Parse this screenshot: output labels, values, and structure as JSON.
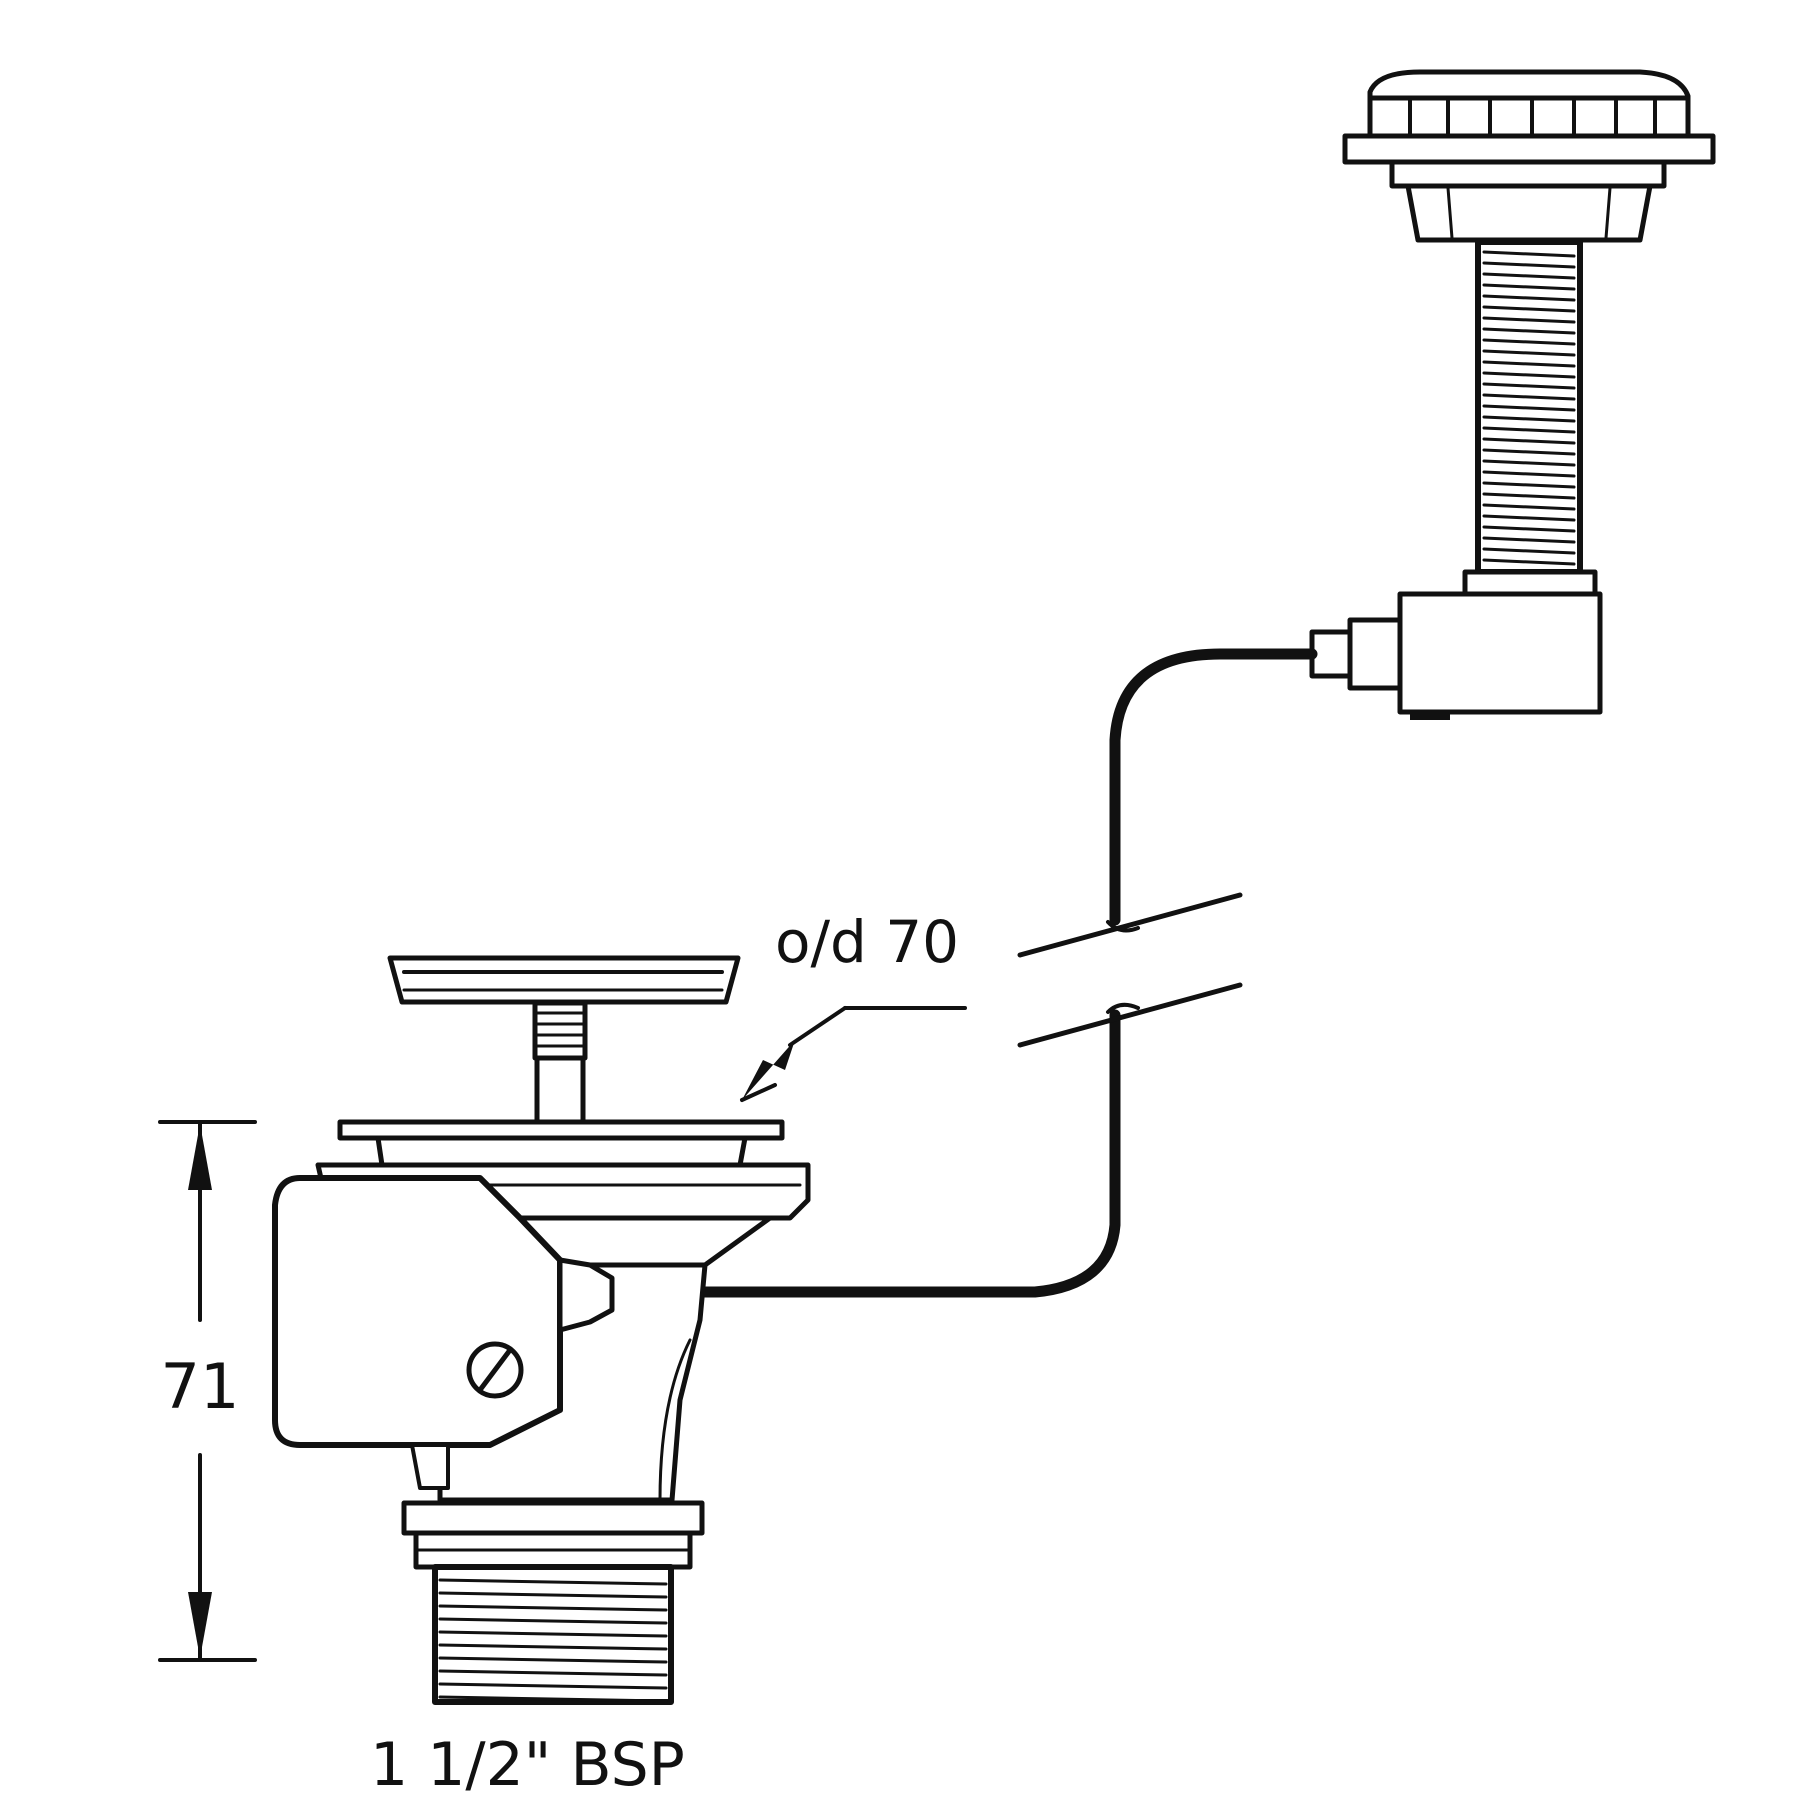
{
  "labels": {
    "outer_diameter": "o/d 70",
    "height": "71",
    "thread": "1 1/2\" BSP"
  },
  "colors": {
    "line": "#111111",
    "background": "#ffffff"
  }
}
